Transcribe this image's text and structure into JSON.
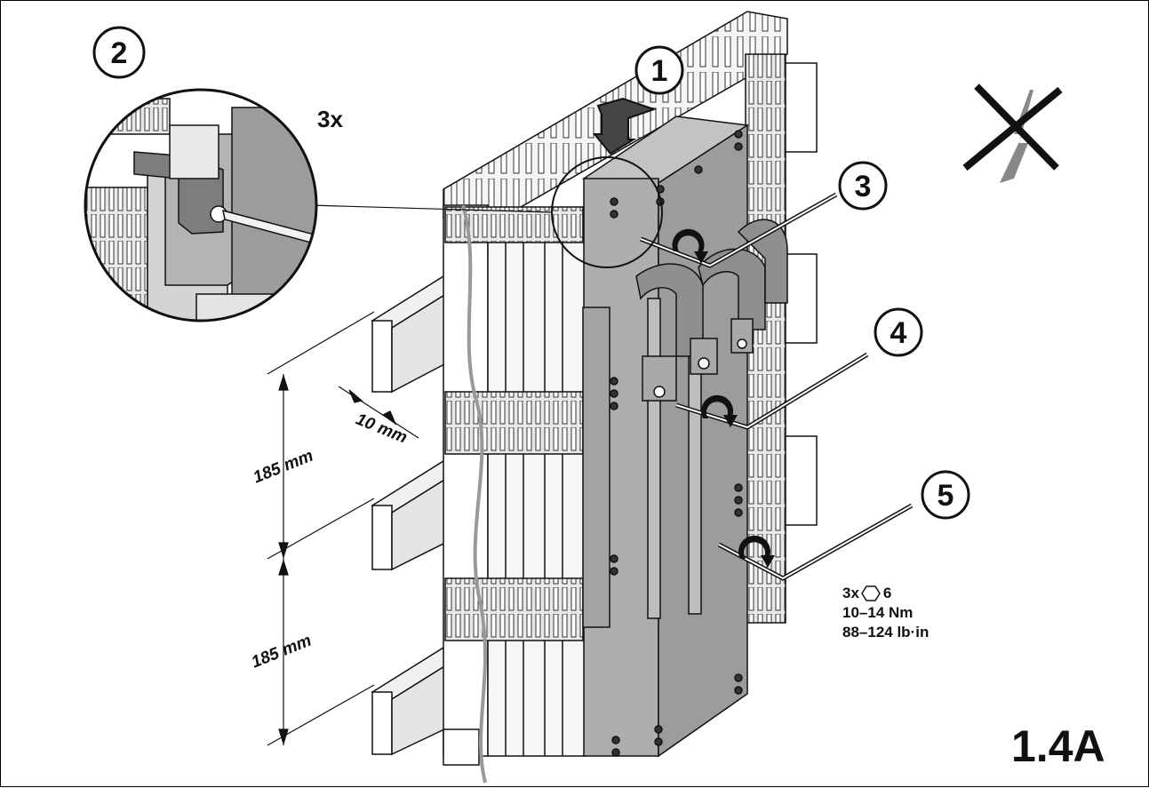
{
  "figure_label": "1.4A",
  "detail_multiplier": "3x",
  "callouts": [
    "1",
    "2",
    "3",
    "4",
    "5"
  ],
  "dimensions": {
    "spacing_upper": "185 mm",
    "spacing_lower": "185 mm",
    "busbar_thickness": "10 mm"
  },
  "tool_spec": {
    "count": "3x",
    "hex_symbol": "hexagon",
    "hex_size": "6",
    "torque_nm": "10–14 Nm",
    "torque_lbin": "88–124 lb·in"
  },
  "icons": [
    "no-voltage-icon",
    "hex-key-icon",
    "rotation-arrow-icon",
    "push-down-arrow-icon"
  ],
  "colors": {
    "line": "#111111",
    "module_grey": "#a9a9a9",
    "light_grey": "#d6d6d6",
    "background": "#ffffff"
  }
}
